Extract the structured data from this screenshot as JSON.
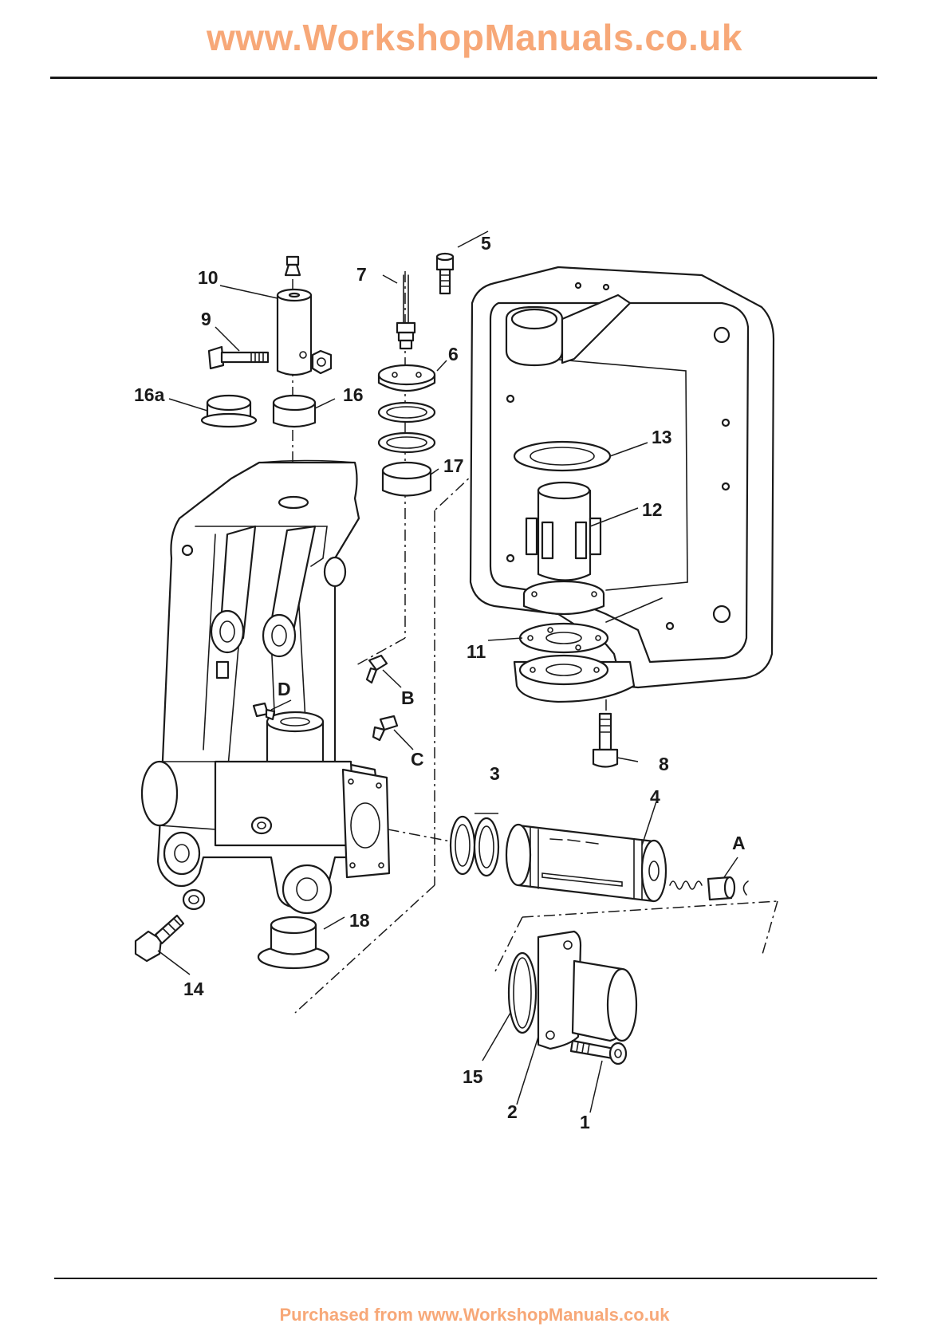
{
  "header": {
    "url": "www.WorkshopManuals.co.uk"
  },
  "footer": {
    "text": "Purchased from www.WorkshopManuals.co.uk"
  },
  "colors": {
    "brand_orange": "#f7a878",
    "line": "#1a1a1a",
    "background": "#ffffff"
  },
  "diagram": {
    "callouts": [
      {
        "id": "c1",
        "text": "1"
      },
      {
        "id": "c2",
        "text": "2"
      },
      {
        "id": "c3",
        "text": "3"
      },
      {
        "id": "c4",
        "text": "4"
      },
      {
        "id": "c5",
        "text": "5"
      },
      {
        "id": "c6",
        "text": "6"
      },
      {
        "id": "c7",
        "text": "7"
      },
      {
        "id": "c8",
        "text": "8"
      },
      {
        "id": "c9",
        "text": "9"
      },
      {
        "id": "c10",
        "text": "10"
      },
      {
        "id": "c11",
        "text": "11"
      },
      {
        "id": "c12",
        "text": "12"
      },
      {
        "id": "c13",
        "text": "13"
      },
      {
        "id": "c14",
        "text": "14"
      },
      {
        "id": "c15",
        "text": "15"
      },
      {
        "id": "c16",
        "text": "16"
      },
      {
        "id": "c16a",
        "text": "16a"
      },
      {
        "id": "c17",
        "text": "17"
      },
      {
        "id": "c18",
        "text": "18"
      },
      {
        "id": "cA",
        "text": "A"
      },
      {
        "id": "cB",
        "text": "B"
      },
      {
        "id": "cC",
        "text": "C"
      },
      {
        "id": "cD",
        "text": "D"
      }
    ]
  }
}
